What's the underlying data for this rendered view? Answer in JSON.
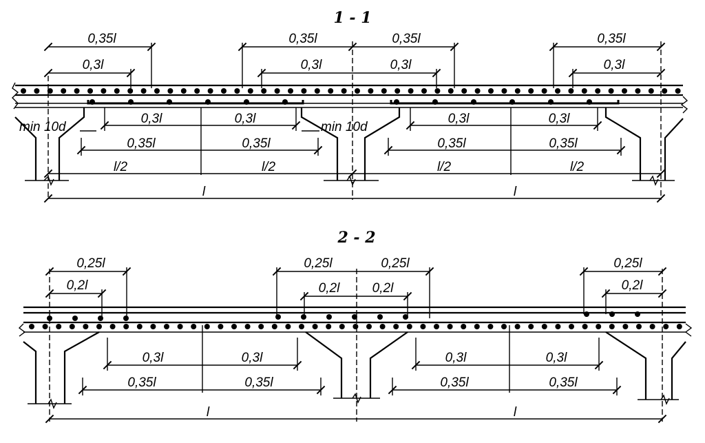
{
  "section1": {
    "title": "1 - 1",
    "top": {
      "d035": "0,35l",
      "d03": "0,3l"
    },
    "bottom": {
      "d03": "0,3l",
      "d035": "0,35l",
      "half": "l/2"
    },
    "min_anchor": "min 10d",
    "span": "l"
  },
  "section2": {
    "title": "2 - 2",
    "top": {
      "d025": "0,25l",
      "d02": "0,2l"
    },
    "bottom": {
      "d03": "0,3l",
      "d035": "0,35l"
    },
    "span": "l"
  }
}
